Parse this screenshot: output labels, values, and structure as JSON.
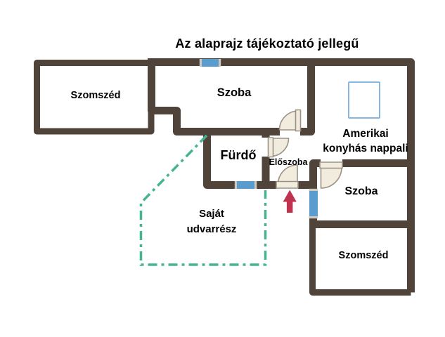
{
  "title": "Az alaprajz tájékoztató jellegű",
  "rooms": {
    "neighbor_top": {
      "label": "Szomszéd"
    },
    "room_top": {
      "label": "Szoba"
    },
    "living_room": {
      "label": "Amerikai konyhás nappali",
      "line1": "Amerikai",
      "line2": "konyhás nappali"
    },
    "bathroom": {
      "label": "Fürdő"
    },
    "hallway": {
      "label": "Előszoba"
    },
    "room_right": {
      "label": "Szoba"
    },
    "neighbor_bottom": {
      "label": "Szomszéd"
    },
    "private_yard": {
      "label": "Saját udvarrész",
      "line1": "Saját",
      "line2": "udvarrész"
    }
  },
  "colors": {
    "background": "#ffffff",
    "wall": "#50443a",
    "window": "#5b9cce",
    "window_cap": "#cfc8bf",
    "door_fill": "#f2ecdf",
    "door_stroke": "#9a9184",
    "skylight": "#86b7e3",
    "yard_boundary": "#45b493",
    "entrance_arrow": "#c0334f",
    "text": "#000000"
  }
}
